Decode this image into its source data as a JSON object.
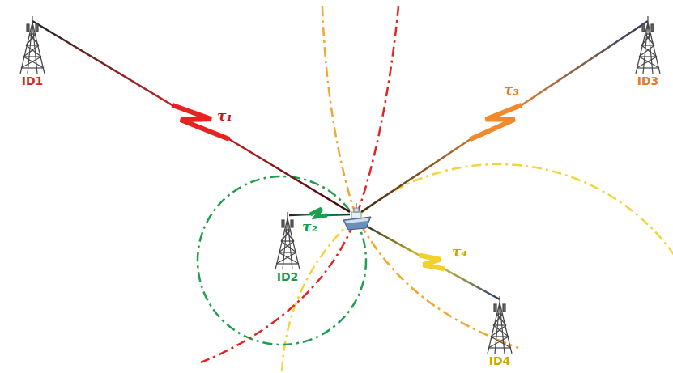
{
  "diagram": {
    "nodes": [
      {
        "text": [
          "ID1"
        ]
      },
      {
        "text": [
          "ID3"
        ]
      },
      {
        "text": [
          "ID2"
        ]
      },
      {
        "text": [
          "ID4"
        ]
      }
    ],
    "labels": [
      "τ₁",
      "τ₂",
      "τ₃",
      "τ₄"
    ]
  }
}
